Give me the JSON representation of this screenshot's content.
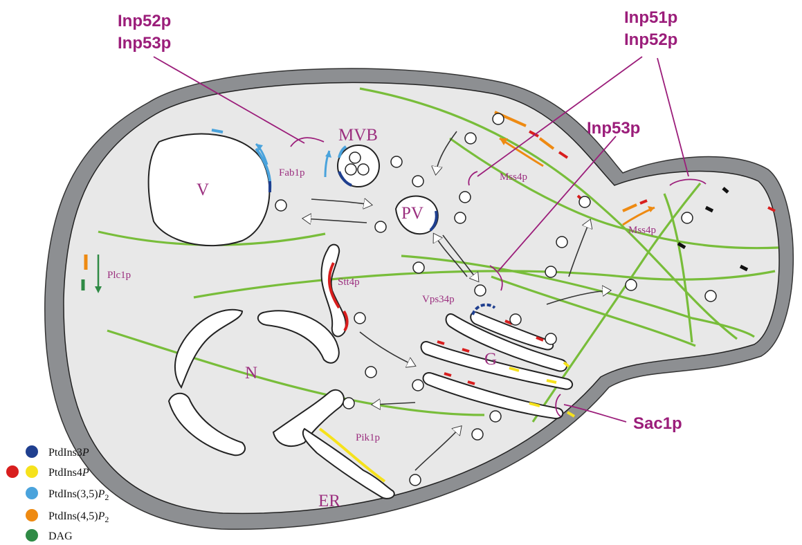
{
  "callouts": {
    "top_left": [
      "Inp52p",
      "Inp53p"
    ],
    "top_right": [
      "Inp51p",
      "Inp52p"
    ],
    "middle_right": "Inp53p",
    "bottom_right": "Sac1p"
  },
  "organelles": {
    "vacuole": "V",
    "mvb": "MVB",
    "prevacuole": "PV",
    "nucleus": "N",
    "golgi": "G",
    "er": "ER"
  },
  "enzymes": {
    "fab1p": "Fab1p",
    "mss4p_mother": "Mss4p",
    "mss4p_bud": "Mss4p",
    "plc1p": "Plc1p",
    "stt4p": "Stt4p",
    "vps34p": "Vps34p",
    "pik1p": "Pik1p"
  },
  "legend": [
    {
      "label": "PtdIns3",
      "italic": "P",
      "sub": "",
      "colors": [
        "#1f3f8f"
      ]
    },
    {
      "label": "PtdIns4",
      "italic": "P",
      "sub": "",
      "colors": [
        "#d81e1e",
        "#f6e21c"
      ]
    },
    {
      "label": "PtdIns(3,5)",
      "italic": "P",
      "sub": "2",
      "colors": [
        "#4aa3dc"
      ]
    },
    {
      "label": "PtdIns(4,5)",
      "italic": "P",
      "sub": "2",
      "colors": [
        "#ee8a12"
      ]
    },
    {
      "label": "DAG",
      "italic": "",
      "sub": "",
      "colors": [
        "#2f8a45"
      ]
    }
  ],
  "colors": {
    "cytoplasm": "#e8e8e8",
    "cell_wall": "#8d8f92",
    "actin": "#78bd3a",
    "callout": "#9b1d7a",
    "label": "#9b2f7f",
    "ptdins3p": "#1f3f8f",
    "ptdins4p_red": "#d81e1e",
    "ptdins4p_yellow": "#f6e21c",
    "ptdins35p2": "#4aa3dc",
    "ptdins45p2": "#ee8a12",
    "dag": "#2f8a45"
  }
}
